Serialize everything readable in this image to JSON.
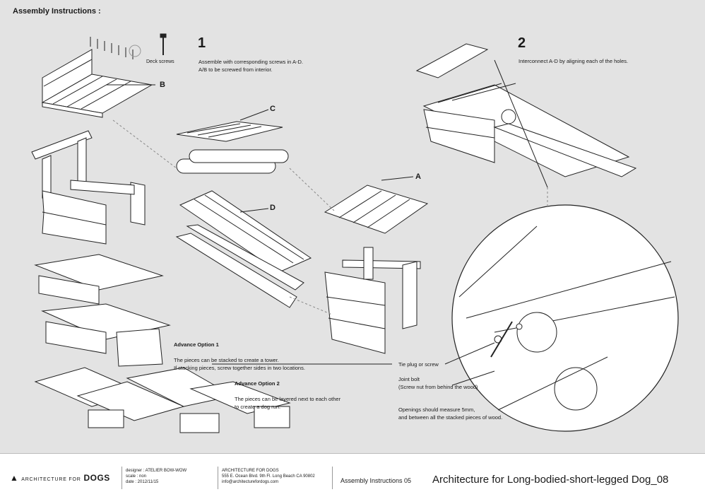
{
  "header": {
    "title": "Assembly Instructions :"
  },
  "steps": [
    {
      "number": "1",
      "text": "Assemble with corresponding screws in A-D.\nA/B to be screwed from interior."
    },
    {
      "number": "2",
      "text": "Interconnect A-D by aligning each of the holes."
    }
  ],
  "parts": {
    "a": "A",
    "b": "B",
    "c": "C",
    "d": "D"
  },
  "callouts": {
    "deck_screws": "Deck screws",
    "tie_plug": "Tie plug or screw",
    "joint_bolt": "Joint bolt\n(Screw nut from behind the wood)",
    "openings": "Openings should measure 5mm,\nand between all the stacked pieces of wood."
  },
  "options": [
    {
      "title": "Advance Option 1",
      "text": "The pieces can be stacked to create a tower.\nIf stacking pieces, screw together sides in two locations."
    },
    {
      "title": "Advance Option 2",
      "text": "The pieces can be layered next to each other\nto create a dog run."
    }
  ],
  "footer": {
    "logo_main": "ARCHITECTURE FOR",
    "logo_strong": "DOGS",
    "designer_info": "designer :  ATELIER BOW-WOW\nscale :       non\ndate :        2012/11/15",
    "address": "ARCHITECTURE FOR DOGS\n555 E. Ocean Blvd. 9th Fl. Long Beach CA 90802\ninfo@architecturefordogs.com",
    "subtitle": "Assembly Instructions 05",
    "main_title": "Architecture for Long-bodied-short-legged Dog_08"
  }
}
